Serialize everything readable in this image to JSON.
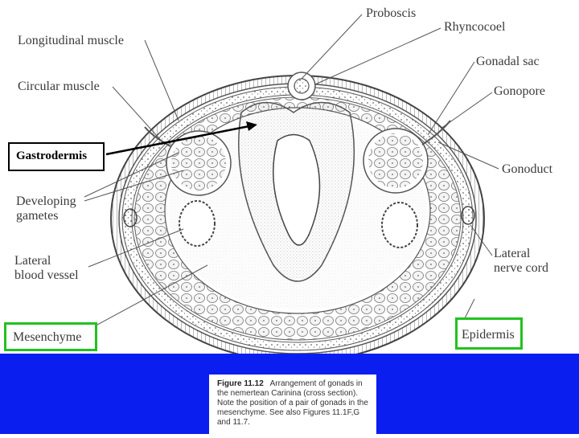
{
  "labels": {
    "proboscis": "Proboscis",
    "rhyncocoel": "Rhyncocoel",
    "longitudinal_muscle": "Longitudinal muscle",
    "gonadal_sac": "Gonadal sac",
    "circular_muscle": "Circular muscle",
    "gonopore": "Gonopore",
    "gastrodermis": "Gastrodermis",
    "gonoduct": "Gonoduct",
    "developing_gametes": "Developing\ngametes",
    "lateral_blood_vessel": "Lateral\nblood vessel",
    "lateral_nerve_cord": "Lateral\nnerve cord",
    "mesenchyme": "Mesenchyme",
    "epidermis": "Epidermis"
  },
  "caption": {
    "figure_number": "Figure 11.12",
    "text": "Arrangement of gonads in the nemertean Carinina (cross section). Note the position of a pair of gonads in the mesenchyme. See also Figures 11.1F,G and 11.7."
  },
  "colors": {
    "highlight_box": "#21c21f",
    "footer_band": "#0a1ef0",
    "line": "#555555"
  }
}
